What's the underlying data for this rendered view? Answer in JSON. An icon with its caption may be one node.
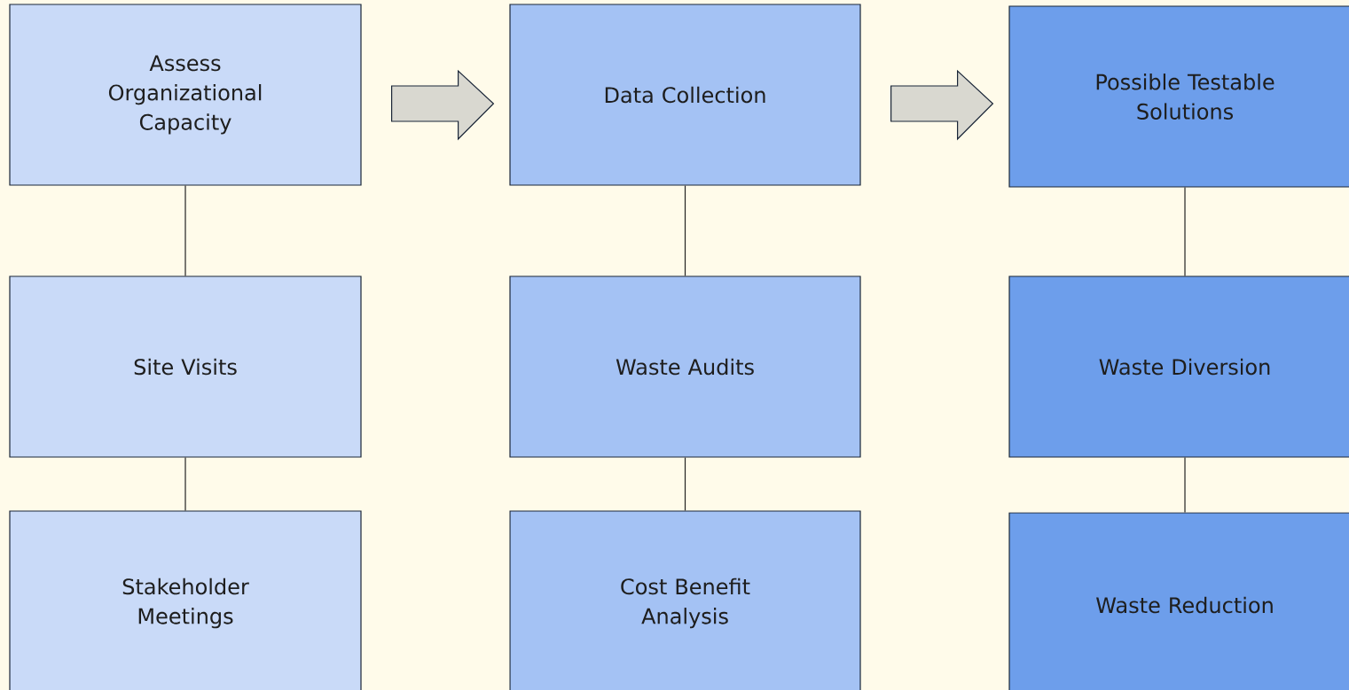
{
  "diagram": {
    "nodes": [
      {
        "text": [
          "Assess Organizational Capacity"
        ]
      },
      {
        "text": [
          "Site Visits"
        ]
      },
      {
        "text": [
          "Stakeholder Meetings"
        ]
      },
      {
        "text": [
          "Data Collection"
        ]
      },
      {
        "text": [
          "Waste Audits"
        ]
      },
      {
        "text": [
          "Cost Benefit Analysis"
        ]
      },
      {
        "text": [
          "Possible Testable Solutions"
        ]
      },
      {
        "text": [
          "Waste Diversion"
        ]
      },
      {
        "text": [
          "Waste Reduction"
        ]
      }
    ],
    "edges": [
      {
        "from": 0,
        "to": 1,
        "arrow": "none"
      },
      {
        "from": 1,
        "to": 2,
        "arrow": "none"
      },
      {
        "from": 3,
        "to": 4,
        "arrow": "none"
      },
      {
        "from": 4,
        "to": 5,
        "arrow": "none"
      },
      {
        "from": 6,
        "to": 7,
        "arrow": "none"
      },
      {
        "from": 7,
        "to": 8,
        "arrow": "none"
      },
      {
        "from": 0,
        "to": 3,
        "arrow": "to",
        "style": "thick",
        "color": "#d9d8d0"
      },
      {
        "from": 3,
        "to": 6,
        "arrow": "to",
        "style": "thick",
        "color": "#d9d8d0"
      }
    ]
  }
}
